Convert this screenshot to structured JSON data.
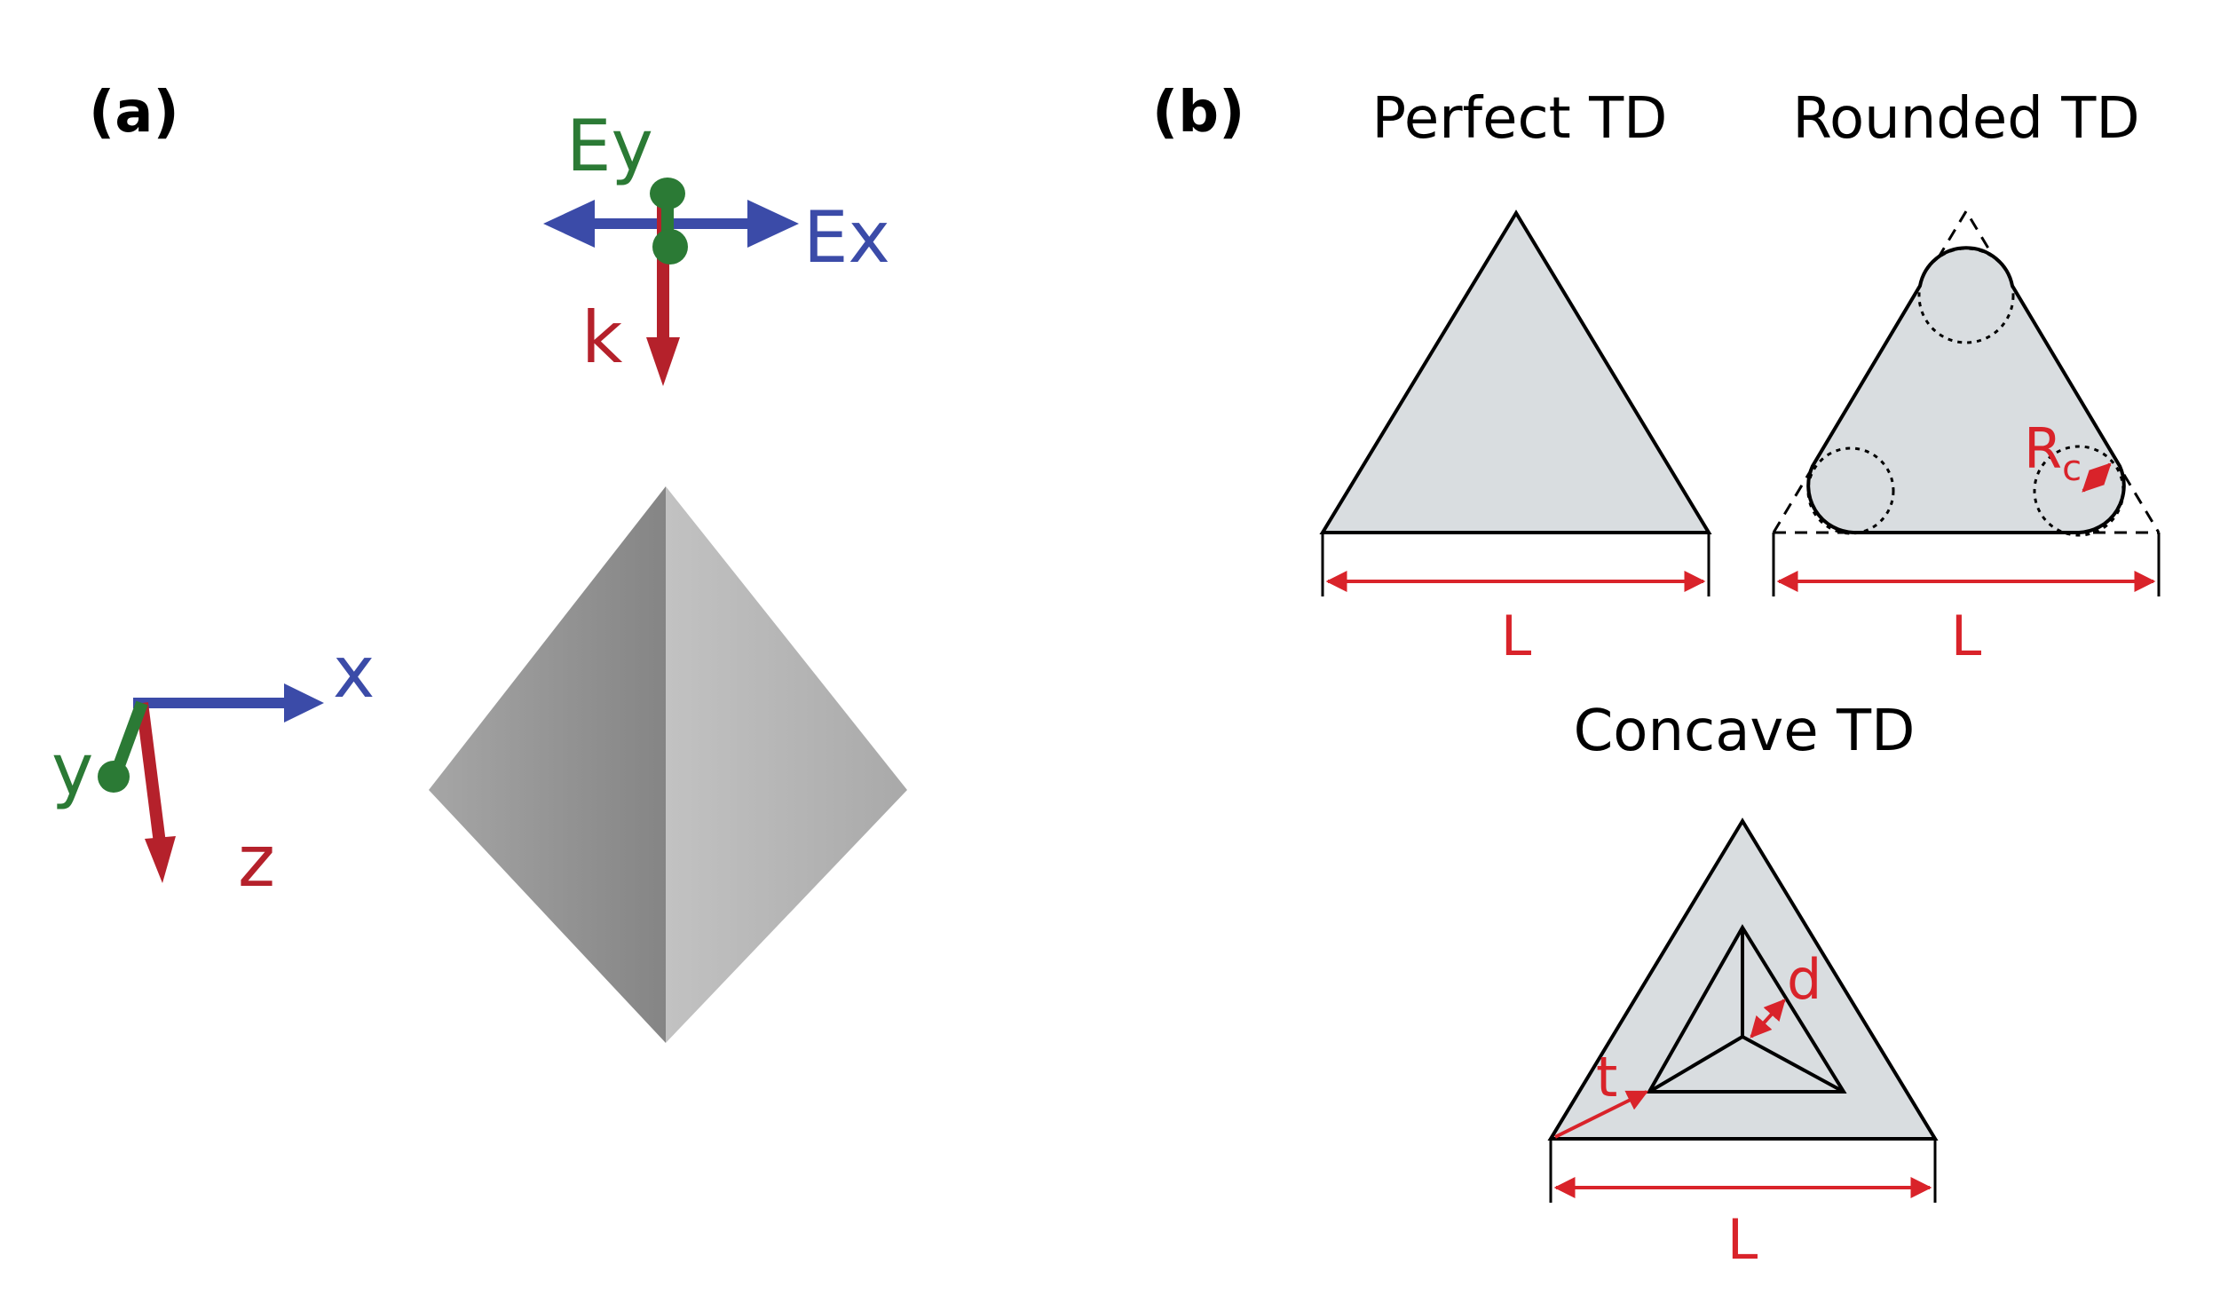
{
  "panel_a": {
    "label": "(a)",
    "polarization": {
      "ey_label": "Ey",
      "ex_label": "Ex",
      "k_label": "k"
    },
    "axes": {
      "x_label": "x",
      "y_label": "y",
      "z_label": "z"
    }
  },
  "panel_b": {
    "label": "(b)",
    "perfect": {
      "title": "Perfect TD",
      "dim_label": "L"
    },
    "rounded": {
      "title": "Rounded TD",
      "dim_label": "L",
      "radius_label": "R",
      "radius_sub": "c"
    },
    "concave": {
      "title": "Concave TD",
      "dim_label": "L",
      "t_label": "t",
      "d_label": "d"
    }
  },
  "colors": {
    "red": "#d9232a",
    "dark_red": "#b5212b",
    "blue": "#3b4ba8",
    "green": "#2b7a35",
    "shape_fill": "#d9dde0",
    "stroke": "#000000"
  }
}
